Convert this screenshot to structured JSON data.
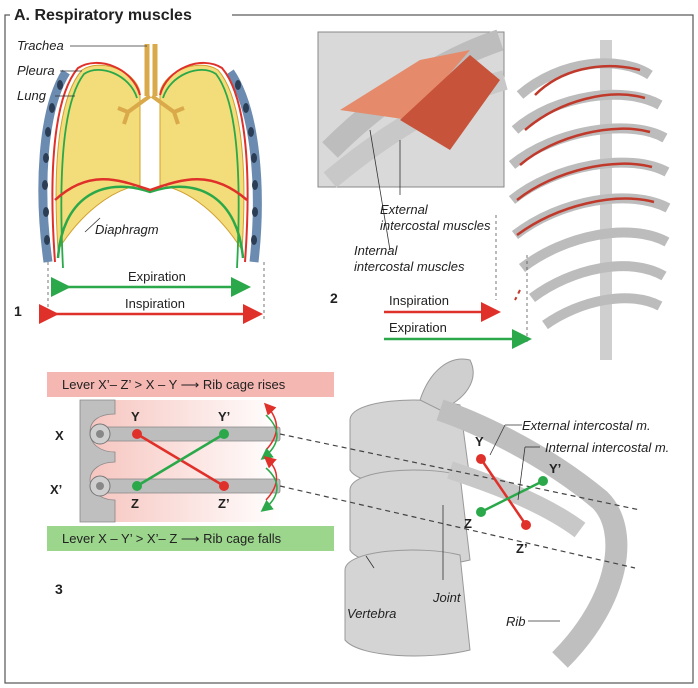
{
  "header": {
    "title": "A.  Respiratory muscles"
  },
  "panel1": {
    "number": "1",
    "labels": {
      "trachea": "Trachea",
      "pleura": "Pleura",
      "lung": "Lung",
      "diaphragm": "Diaphragm"
    },
    "expiration": "Expiration",
    "inspiration": "Inspiration"
  },
  "panel2": {
    "number": "2",
    "external": [
      "External",
      "intercostal muscles"
    ],
    "internal": [
      "Internal",
      "intercostal muscles"
    ],
    "inspiration": "Inspiration",
    "expiration": "Expiration"
  },
  "panel3": {
    "number": "3",
    "lever_top": "Lever X’– Z’ > X – Y  ⟶  Rib cage rises",
    "lever_bottom": "Lever X – Y’ > X’– Z  ⟶  Rib cage falls",
    "points": {
      "x": "X",
      "x2": "X’",
      "y": "Y",
      "y2": "Y’",
      "z": "Z",
      "z2": "Z’"
    },
    "labels": {
      "ext": "External intercostal m.",
      "int": "Internal intercostal m.",
      "vertebra": "Vertebra",
      "joint": "Joint",
      "rib": "Rib"
    }
  },
  "colors": {
    "red": "#e0302a",
    "green": "#2aa84a",
    "lung": "#f3dc7a",
    "pink": "#f5b7b1",
    "lightgreen": "#9bd68c"
  }
}
